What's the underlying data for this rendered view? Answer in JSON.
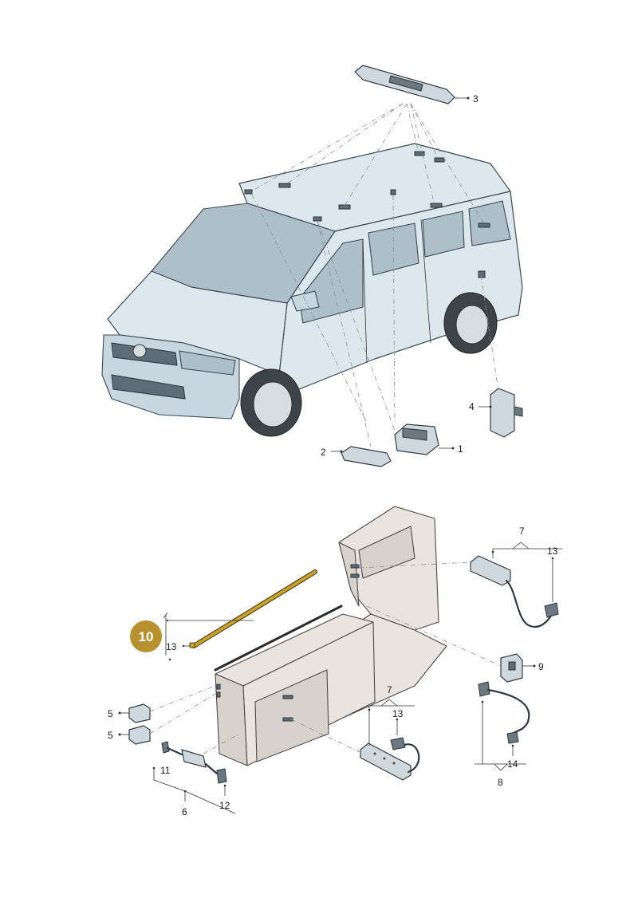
{
  "callouts": {
    "c1": "1",
    "c2": "2",
    "c3": "3",
    "c4": "4",
    "c5a": "5",
    "c5b": "5",
    "c6": "6",
    "c7a": "7",
    "c7b": "7",
    "c8": "8",
    "c9": "9",
    "c11": "11",
    "c12": "12",
    "c13a": "13",
    "c13b": "13",
    "c13c": "13",
    "c14": "14"
  },
  "highlight": {
    "label": "10",
    "color": "#b8912f"
  },
  "colors": {
    "highlight_part": "#c9a227",
    "vehicle_body": "#dde8ee",
    "furniture": "#e9e4e0"
  }
}
